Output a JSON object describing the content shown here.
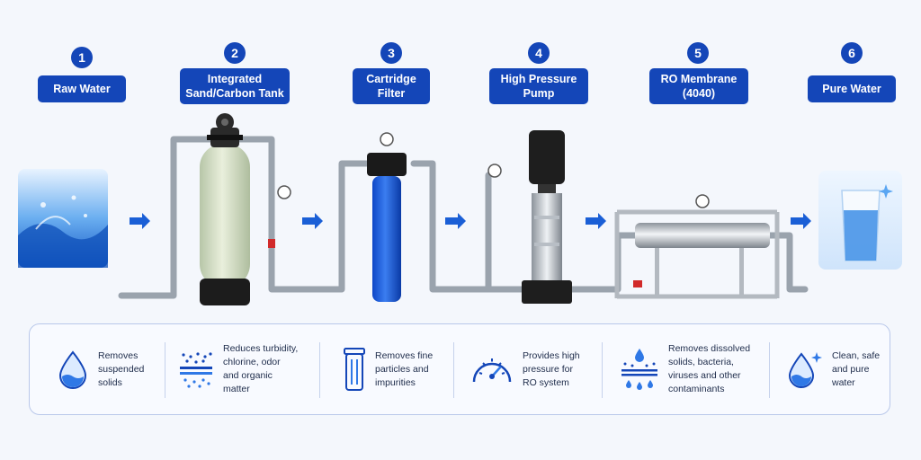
{
  "steps": [
    {
      "num": "1",
      "label": "Raw Water"
    },
    {
      "num": "2",
      "label": "Integrated\nSand/Carbon Tank"
    },
    {
      "num": "3",
      "label": "Cartridge\nFilter"
    },
    {
      "num": "4",
      "label": "High Pressure\nPump"
    },
    {
      "num": "5",
      "label": "RO Membrane\n(4040)"
    },
    {
      "num": "6",
      "label": "Pure Water"
    }
  ],
  "benefits": [
    {
      "icon": "water-drop-icon",
      "text": "Removes\nsuspended\nsolids"
    },
    {
      "icon": "particles-filter-icon",
      "text": "Reduces turbidity,\nchlorine, odor\nand organic\nmatter"
    },
    {
      "icon": "cartridge-icon",
      "text": "Removes fine\nparticles and\nimpurities"
    },
    {
      "icon": "pressure-gauge-icon",
      "text": "Provides high\npressure for\nRO system"
    },
    {
      "icon": "membrane-filtration-icon",
      "text": "Removes dissolved\nsolids, bacteria,\nviruses and other\ncontaminants"
    },
    {
      "icon": "sparkle-drop-icon",
      "text": "Clean, safe\nand pure\nwater"
    }
  ],
  "colors": {
    "accent": "#1446b8",
    "pipe": "#9aa3ad",
    "background": "#f4f7fc"
  }
}
